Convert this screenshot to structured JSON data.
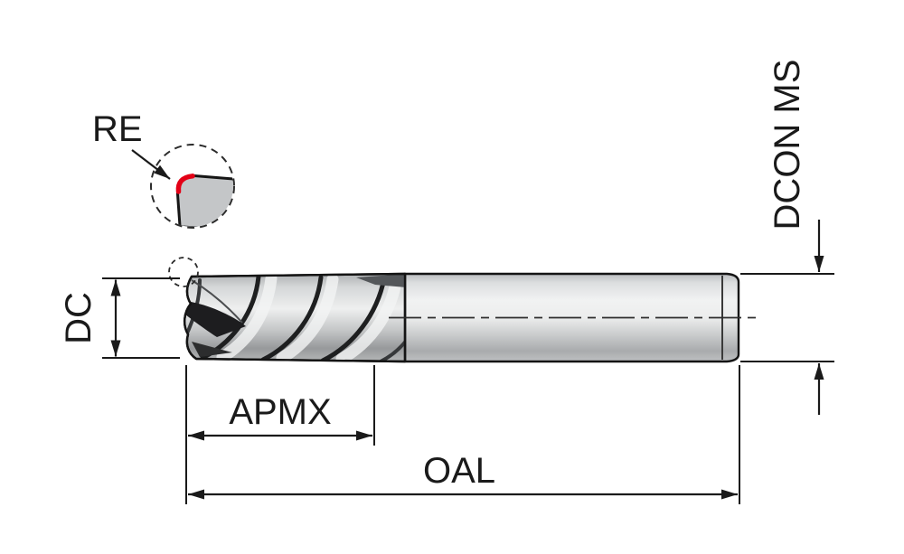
{
  "diagram": {
    "labels": {
      "corner_radius": "RE",
      "cutting_diameter": "DC",
      "connection_diameter": "DCON MS",
      "max_cutting_depth": "APMX",
      "overall_length": "OAL"
    },
    "colors": {
      "line": "#1a1a1a",
      "highlight_red": "#e30016",
      "background": "#ffffff"
    }
  }
}
